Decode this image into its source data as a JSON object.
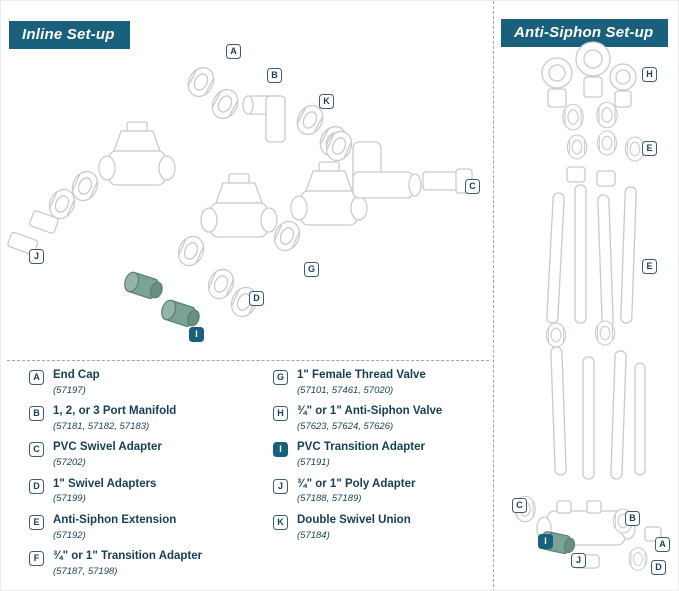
{
  "headers": {
    "inline": "Inline Set-up",
    "anti_siphon": "Anti-Siphon Set-up"
  },
  "diagram_badges": {
    "inline": [
      "A",
      "B",
      "K",
      "C",
      "J",
      "G",
      "D",
      "I"
    ],
    "anti_siphon": [
      "H",
      "E",
      "E",
      "C",
      "B",
      "I",
      "A",
      "J",
      "D"
    ]
  },
  "legend": {
    "col1": [
      {
        "letter": "A",
        "name": "End Cap",
        "numbers": "(57197)"
      },
      {
        "letter": "B",
        "name": "1, 2, or 3 Port Manifold",
        "numbers": "(57181, 57182, 57183)"
      },
      {
        "letter": "C",
        "name": "PVC Swivel Adapter",
        "numbers": "(57202)"
      },
      {
        "letter": "D",
        "name": "1\" Swivel Adapters",
        "numbers": "(57199)"
      },
      {
        "letter": "E",
        "name": "Anti-Siphon Extension",
        "numbers": "(57192)"
      },
      {
        "letter": "F",
        "name": "¾\" or 1\" Transition Adapter",
        "numbers": "(57187, 57198)"
      }
    ],
    "col2": [
      {
        "letter": "G",
        "name": "1\" Female Thread Valve",
        "numbers": "(57101, 57461, 57020)"
      },
      {
        "letter": "H",
        "name": "¾\" or 1\" Anti-Siphon Valve",
        "numbers": "(57623, 57624, 57626)"
      },
      {
        "letter": "I",
        "name": "PVC Transition Adapter",
        "numbers": "(57191)"
      },
      {
        "letter": "J",
        "name": "¾\" or 1\" Poly Adapter",
        "numbers": "(57188, 57189)"
      },
      {
        "letter": "K",
        "name": "Double Swivel Union",
        "numbers": "(57184)"
      }
    ]
  },
  "colors": {
    "header_bg": "#18607c",
    "text": "#163f54",
    "badge_outline": "#3c5e6b",
    "filled_badge_bg": "#18607c",
    "line_art": "#c7cbcd",
    "accent_teal": "#7aa295"
  }
}
